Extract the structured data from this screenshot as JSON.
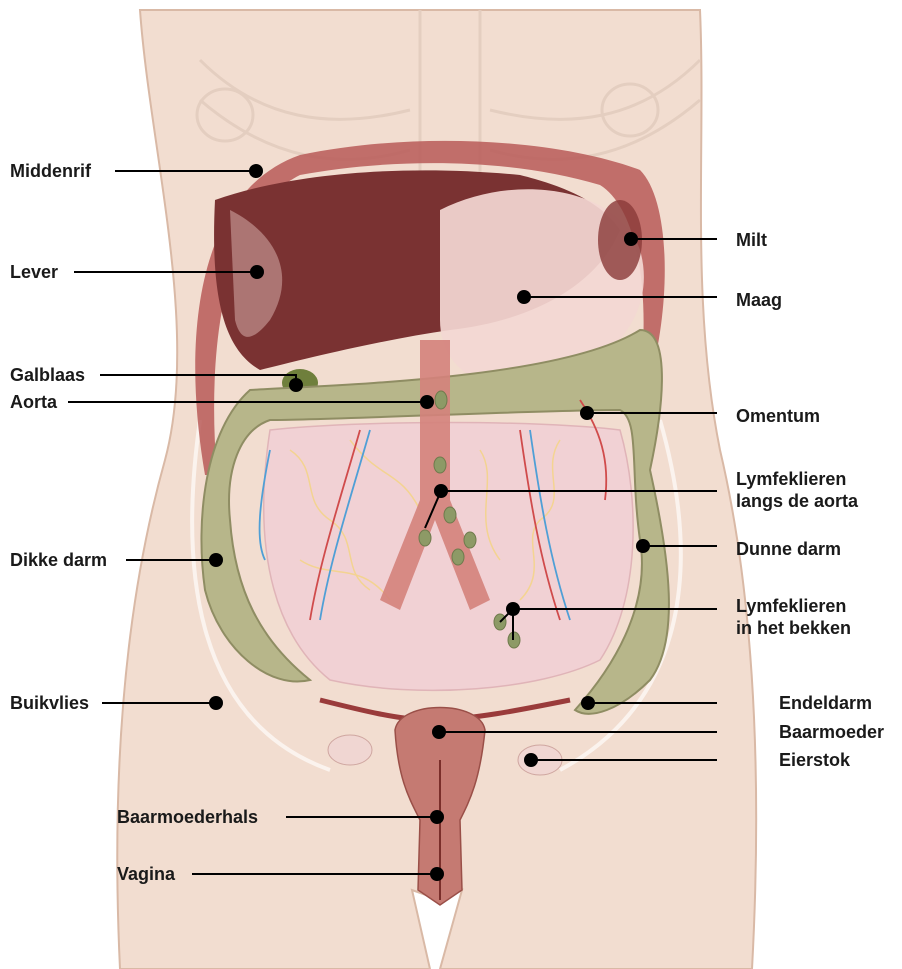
{
  "colors": {
    "skin": "#f2ddd0",
    "skin_edge": "#d9b9a6",
    "liver": "#7a3232",
    "stomach": "#f3d7d2",
    "colon": "#b7b68a",
    "intestine": "#f1d1d4",
    "aorta": "#d4827b",
    "lymph": "#8d9a66",
    "uterus": "#c57a72",
    "line": "#000000"
  },
  "labels": {
    "middenrif": "Middenrif",
    "lever": "Lever",
    "galblaas": "Galblaas",
    "aorta": "Aorta",
    "dikke_darm": "Dikke darm",
    "buikvlies": "Buikvlies",
    "baarmoederhals": "Baarmoederhals",
    "vagina": "Vagina",
    "milt": "Milt",
    "maag": "Maag",
    "omentum": "Omentum",
    "lymf_aorta_1": "Lymfeklieren",
    "lymf_aorta_2": "langs de aorta",
    "dunne_darm": "Dunne darm",
    "lymf_bekken_1": "Lymfeklieren",
    "lymf_bekken_2": "in het bekken",
    "endeldarm": "Endeldarm",
    "baarmoeder": "Baarmoeder",
    "eierstok": "Eierstok"
  }
}
